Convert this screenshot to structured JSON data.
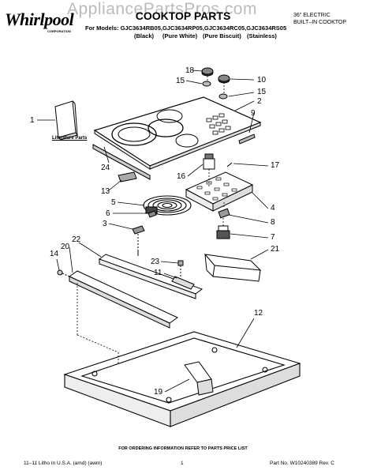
{
  "header": {
    "brand_logo": "Whirlpool",
    "brand_sub": "CORPORATION",
    "watermark": "AppliancePartsPros.com",
    "title": "COOKTOP PARTS",
    "models_line": "For Models: GJC3634RB05,GJC3634RP05,GJC3634RC05,GJC3634RS05",
    "variants": [
      "(Black)",
      "(Pure White)",
      "(Pure Biscuit)",
      "(Stainless)"
    ],
    "subtitle_line1": "36\" ELECTRIC",
    "subtitle_line2": "BUILT–IN COOKTOP"
  },
  "literature_label": "Literature Parts",
  "callouts": [
    "18",
    "10",
    "15",
    "15",
    "2",
    "9",
    "1",
    "24",
    "16",
    "17",
    "13",
    "5",
    "4",
    "6",
    "8",
    "3",
    "7",
    "22",
    "21",
    "20",
    "14",
    "23",
    "11",
    "12",
    "19"
  ],
  "order_info": "FOR ORDERING INFORMATION REFER TO PARTS PRICE LIST",
  "footer": {
    "left": "11–11 Litho In U.S.A. (amd) (awm)",
    "page": "1",
    "right": "Part No. W10240389 Rev. C"
  }
}
